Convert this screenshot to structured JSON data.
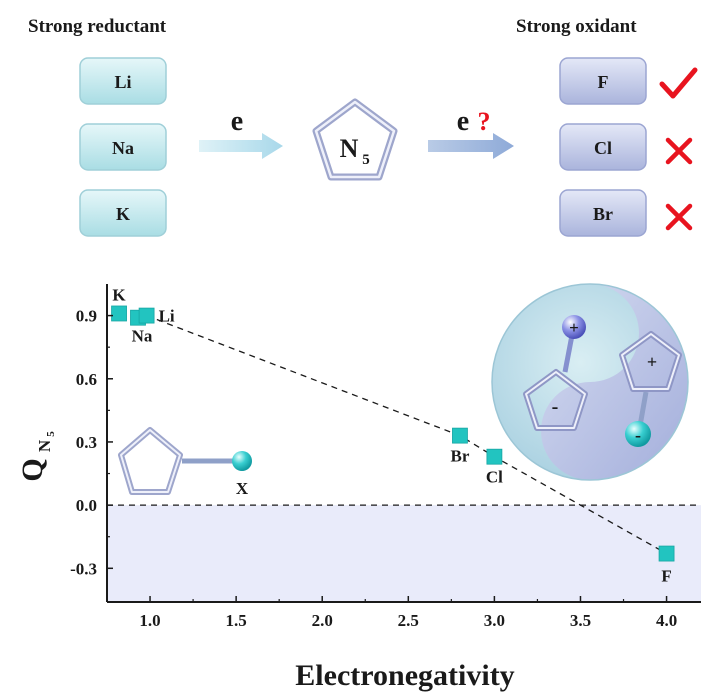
{
  "scheme": {
    "reductant_title": "Strong reductant",
    "oxidant_title": "Strong oxidant",
    "reductants": [
      "Li",
      "Na",
      "K"
    ],
    "oxidants": [
      {
        "label": "F",
        "status_icon": "check-icon"
      },
      {
        "label": "Cl",
        "status_icon": "cross-icon"
      },
      {
        "label": "Br",
        "status_icon": "cross-icon"
      }
    ],
    "electron_left": "e",
    "electron_right": "e",
    "question_mark": "?",
    "ring_label": "N",
    "ring_subscript": "5",
    "colors": {
      "reductant_pill": "#c8ecf0",
      "oxidant_pill": "#c9cfea",
      "check": "#e8141f",
      "cross": "#e8141f",
      "arrow_left": "#bfe3ef",
      "arrow_right": "#9cb7de"
    }
  },
  "chart_data": {
    "type": "scatter",
    "xlabel": "Electronegativity",
    "ylabel_main": "Q",
    "ylabel_sub": "N",
    "ylabel_subsub": "5",
    "xlim": [
      0.75,
      4.2
    ],
    "ylim": [
      -0.46,
      1.05
    ],
    "xticks": [
      1.0,
      1.5,
      2.0,
      2.5,
      3.0,
      3.5,
      4.0
    ],
    "xtick_labels": [
      "1.0",
      "1.5",
      "2.0",
      "2.5",
      "3.0",
      "3.5",
      "4.0"
    ],
    "yticks": [
      -0.3,
      0.0,
      0.3,
      0.6,
      0.9
    ],
    "ytick_labels": [
      "-0.3",
      "0.0",
      "0.3",
      "0.6",
      "0.9"
    ],
    "points": [
      {
        "label": "K",
        "x": 0.82,
        "y": 0.91
      },
      {
        "label": "Na",
        "x": 0.93,
        "y": 0.89
      },
      {
        "label": "Li",
        "x": 0.98,
        "y": 0.9
      },
      {
        "label": "Br",
        "x": 2.8,
        "y": 0.33
      },
      {
        "label": "Cl",
        "x": 3.0,
        "y": 0.23
      },
      {
        "label": "F",
        "x": 4.0,
        "y": -0.23
      }
    ],
    "trend_line": [
      [
        0.98,
        0.9
      ],
      [
        2.8,
        0.33
      ],
      [
        3.0,
        0.23
      ],
      [
        4.0,
        -0.23
      ]
    ],
    "zero_line": 0.0,
    "negative_region_color": "#e9ebfa",
    "marker_color": "#22c4c0",
    "inset_label": "X",
    "ion_plus": "+",
    "ion_minus": "-"
  }
}
